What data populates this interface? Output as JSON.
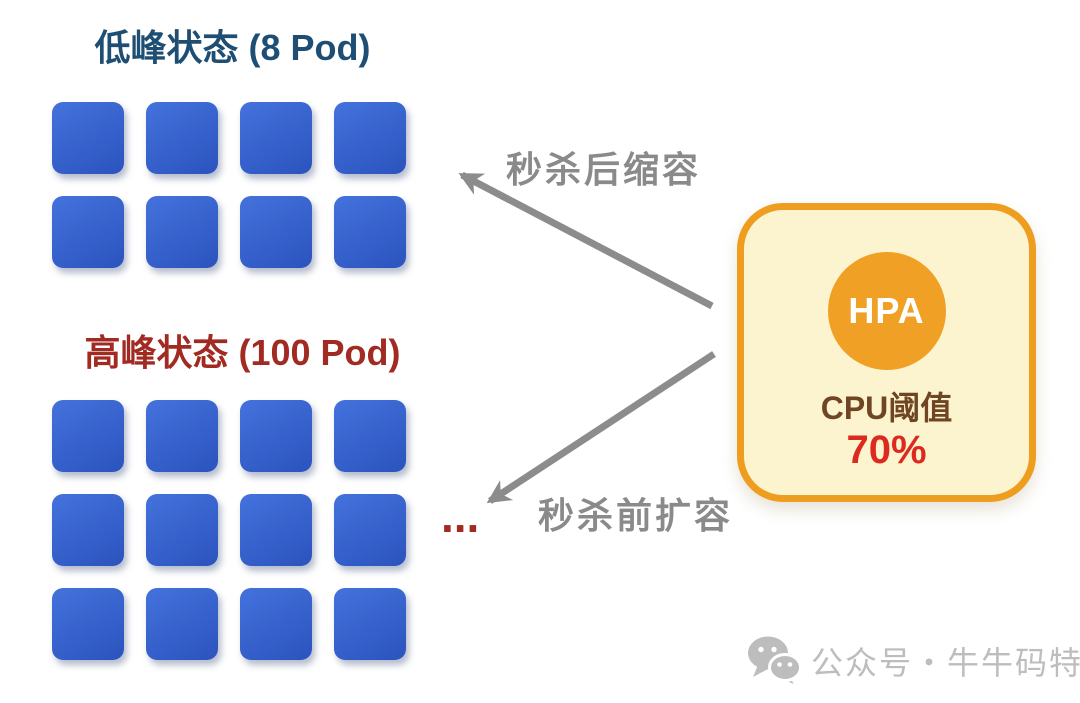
{
  "low_state": {
    "title": "低峰状态 (8 Pod)",
    "pod_count": 8
  },
  "high_state": {
    "title": "高峰状态 (100 Pod)",
    "visible_pods": 12,
    "ellipsis": "..."
  },
  "arrows": {
    "scale_down_label": "秒杀后缩容",
    "scale_up_label": "秒杀前扩容"
  },
  "hpa": {
    "circle_label": "HPA",
    "threshold_label": "CPU阈值",
    "threshold_value": "70%"
  },
  "watermark": {
    "icon": "wechat-icon",
    "text": "公众号・牛牛码特"
  },
  "colors": {
    "title-low": "#1E4E74",
    "title-high": "#A12B22",
    "pod-grad-a": "#4472DC",
    "pod-grad-b": "#2B53BE",
    "arrow": "#8C8C8C",
    "arrow-label": "#8A8A8A",
    "hpa-bg": "#FCF4CF",
    "hpa-border": "#EE9D1F",
    "hpa-circle": "#F0A125",
    "hpa-circle-text": "#FFFFFF",
    "cpu-label": "#6F4523",
    "cpu-value": "#DC2A1F",
    "ellipsis": "#A12B22",
    "watermark": "#BDBDBD"
  }
}
